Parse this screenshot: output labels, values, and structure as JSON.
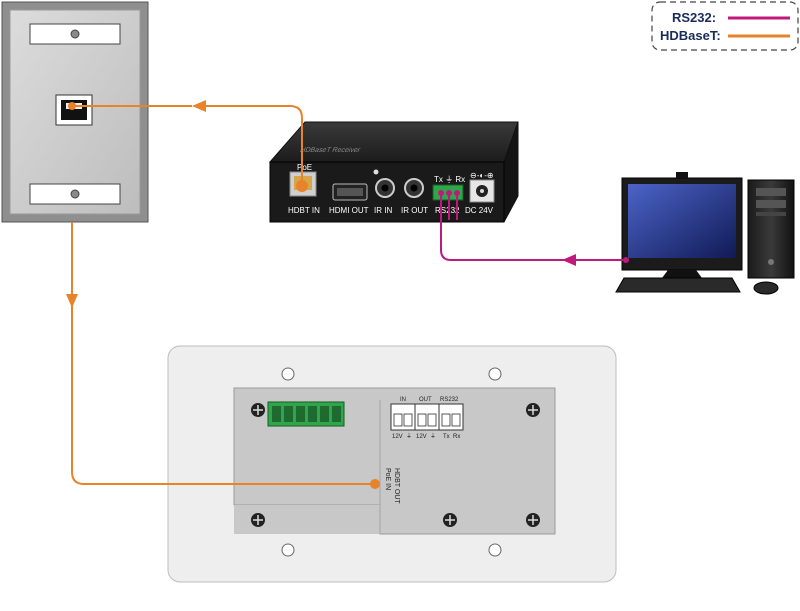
{
  "legend": {
    "items": [
      {
        "label": "RS232:",
        "color": "#c0197d"
      },
      {
        "label": "HDBaseT:",
        "color": "#e8832a"
      }
    ]
  },
  "receiver": {
    "top_label": "HDBaseT Receiver",
    "ports": {
      "poe": "PoE",
      "hdbt_in": "HDBT IN",
      "hdmi_out": "HDMI OUT",
      "ir_in": "IR IN",
      "ir_out": "IR OUT",
      "rs232": "RS232",
      "rs232_pins": "Tx ⏚ Rx",
      "dc": "DC 24V"
    }
  },
  "wallplate": {
    "in_label": "IN",
    "out_label": "OUT",
    "rs232_label": "RS232",
    "pin_labels": [
      "12V",
      "⏚",
      "12V",
      "⏚",
      "Tx",
      "Rx"
    ],
    "hdbt_label": "HDBT OUT",
    "poe_label": "PoE IN"
  },
  "colors": {
    "hdbaset_cable": "#e8832a",
    "rs232_cable": "#c0197d",
    "terminal_green": "#2fa64a"
  }
}
